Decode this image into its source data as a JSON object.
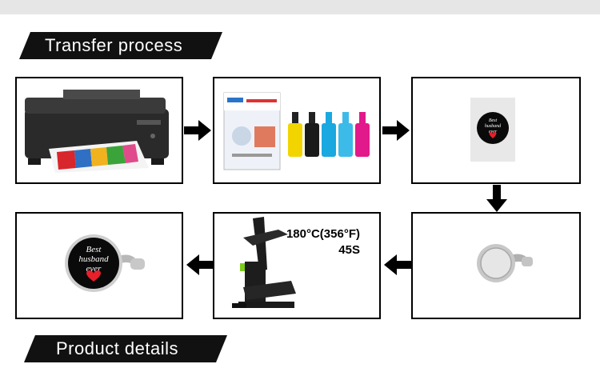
{
  "header": {
    "transfer_title": "Transfer process",
    "product_title": "Product details"
  },
  "steps": [
    {
      "id": "print",
      "icon": "printer"
    },
    {
      "id": "materials",
      "icon": "sublimation-paper-and-ink"
    },
    {
      "id": "printed-design",
      "icon": "printed-design"
    },
    {
      "id": "blank-cufflink",
      "icon": "blank-cufflink"
    },
    {
      "id": "heat-press",
      "icon": "heat-press",
      "temperature": "180°C(356°F)",
      "time": "45S"
    },
    {
      "id": "finished",
      "icon": "finished-cufflink"
    }
  ],
  "design_text": {
    "line1": "Best",
    "line2": "husband",
    "line3": "ever"
  },
  "colors": {
    "banner": "#111111",
    "topbar": "#e6e6e6",
    "heart": "#e8202a",
    "press_accent": "#7dcc1e"
  }
}
